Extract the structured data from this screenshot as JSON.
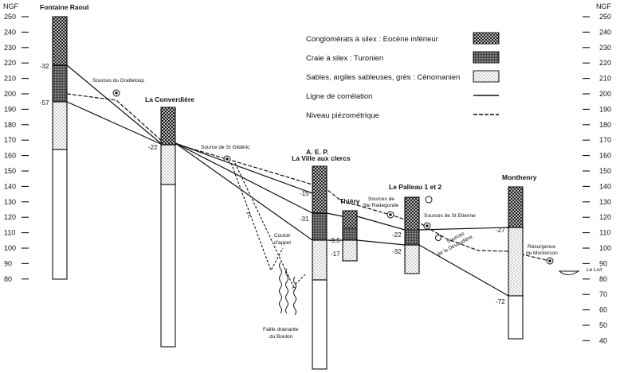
{
  "axis": {
    "unit": "NGF",
    "left_ticks": [
      250,
      240,
      230,
      220,
      210,
      200,
      190,
      180,
      170,
      160,
      150,
      140,
      130,
      120,
      110,
      100,
      90,
      80
    ],
    "right_ticks": [
      250,
      240,
      230,
      220,
      210,
      200,
      190,
      180,
      170,
      160,
      150,
      140,
      130,
      120,
      110,
      100,
      90,
      80,
      70,
      60,
      50,
      40
    ]
  },
  "legend": {
    "conglomerats": "Conglomérats à silex : Eocène inférieur",
    "craie": "Craie à silex : Turonien",
    "sables": "Sables, argiles sableuses, grès : Cénomanien",
    "correlation": "Ligne de corrélation",
    "piezo": "Niveau piézométrique"
  },
  "wells": {
    "fontaine_raoul": "Fontaine Raoul",
    "la_converdiere": "La Converdière",
    "aep_1": "A. E. P.",
    "aep_2": "La Ville aux clercs",
    "thiery": "Thiéry",
    "le_palleau": "Le Palleau 1 et 2",
    "monthenry": "Monthenry"
  },
  "depths": {
    "fr_a": "-32",
    "fr_b": "-57",
    "lc_a": "-22",
    "aep_a": "-15",
    "aep_b": "-31",
    "th_a": "-9,5",
    "th_b": "-17",
    "pa_a": "-22",
    "pa_b": "-32",
    "mo_a": "-27",
    "mo_b": "-72"
  },
  "annotations": {
    "sources_gratteloup": "Sources du Gratteloup",
    "source_st_gildaric": "Source de St Gildéric",
    "sources_ste_radegonde_1": "Sources de",
    "sources_ste_radegonde_2": "Ste Radegonde",
    "sources_st_etienne": "Sources de St Etienne",
    "sources_devaudiere_1": "Sources",
    "sources_devaudiere_2": "de la Devaudière",
    "resurgence_1": "Résurgence",
    "resurgence_2": "de Montorson",
    "le_loir": "Le Loir",
    "couloir_1": "Couloir",
    "couloir_2": "d'appel",
    "faille_1": "Faille drainante",
    "faille_2": "du Boulon",
    "question": "?"
  }
}
